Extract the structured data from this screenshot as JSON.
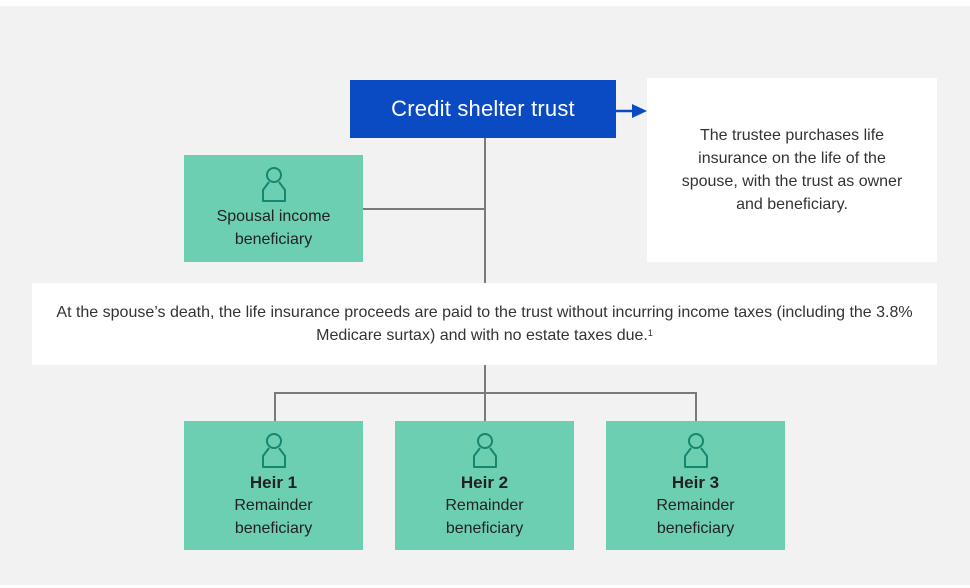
{
  "diagram": {
    "title": "Credit shelter trust",
    "note": "The trustee purchases life insurance on the life of the spouse, with the trust as owner and beneficiary.",
    "spousal": {
      "icon": "person-icon",
      "label": "Spousal income beneficiary"
    },
    "proceeds": {
      "text": "At the spouse’s death, the life insurance proceeds are paid to the trust without incurring income taxes (including the 3.8% Medicare surtax) and with no estate taxes due.",
      "footnote": "1"
    },
    "heirs": [
      {
        "name": "Heir 1",
        "role": "Remainder beneficiary",
        "icon": "person-icon"
      },
      {
        "name": "Heir 2",
        "role": "Remainder beneficiary",
        "icon": "person-icon"
      },
      {
        "name": "Heir 3",
        "role": "Remainder beneficiary",
        "icon": "person-icon"
      }
    ],
    "colors": {
      "title_bg": "#0a4bc4",
      "beneficiary_bg": "#6dcfb2",
      "icon_stroke": "#15866f",
      "background": "#f2f2f2",
      "connector": "#7a7a7a"
    }
  }
}
